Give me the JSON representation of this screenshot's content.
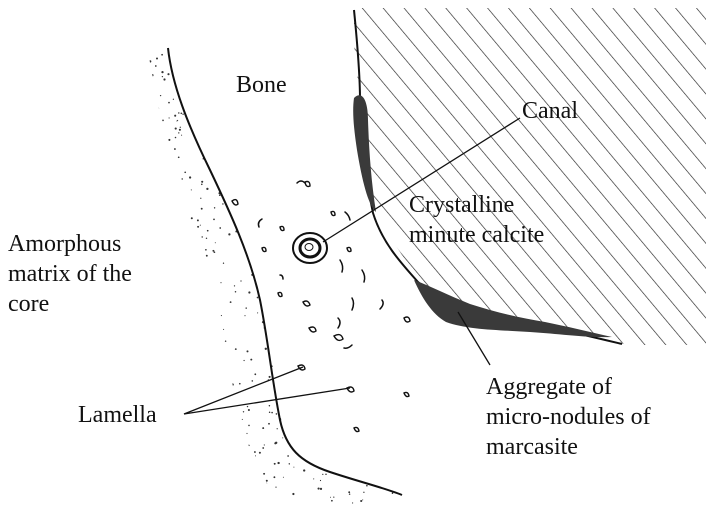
{
  "labels": {
    "bone": "Bone",
    "canal": "Canal",
    "crystalline": [
      "Crystalline",
      "minute calcite"
    ],
    "matrix": [
      "Amorphous",
      "matrix of the",
      "core"
    ],
    "lamella": "Lamella",
    "aggregate": [
      "Aggregate of",
      "micro-nodules of",
      "marcasite"
    ]
  },
  "colors": {
    "ink": "#111111",
    "deposit": "#3a3a3a",
    "stipple": "#333333"
  }
}
